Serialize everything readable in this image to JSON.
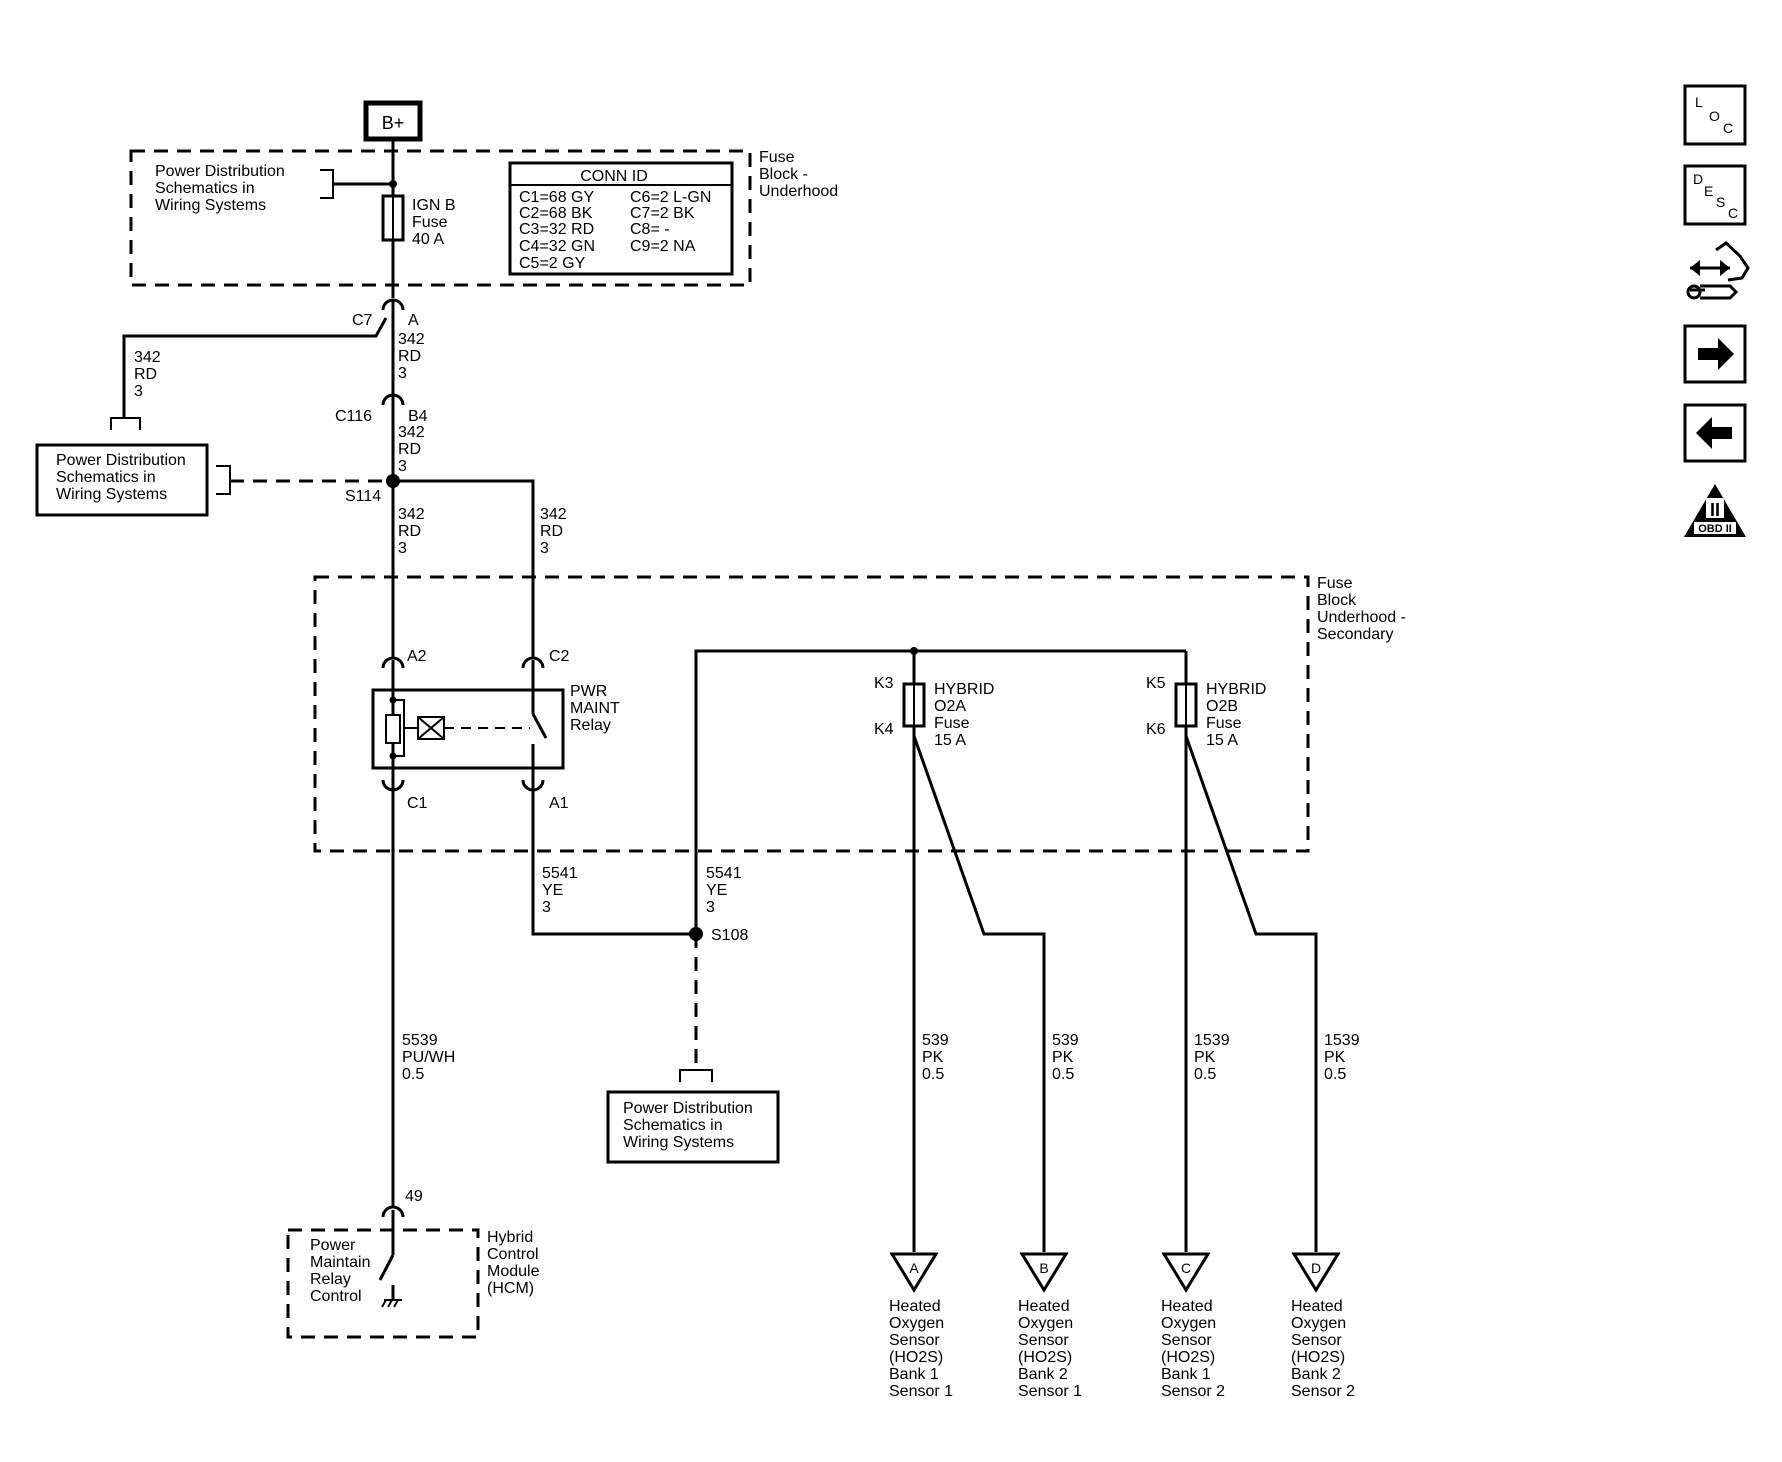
{
  "battery": "B+",
  "power_dist_ref": [
    "Power Distribution",
    "Schematics in",
    "Wiring Systems"
  ],
  "fuse_block_underhood": [
    "Fuse",
    "Block -",
    "Underhood"
  ],
  "fuse_block_secondary": [
    "Fuse",
    "Block",
    "Underhood -",
    "Secondary"
  ],
  "ign_fuse": [
    "IGN B",
    "Fuse",
    "40 A"
  ],
  "conn_id": {
    "title": "CONN ID",
    "left": [
      "C1=68 GY",
      "C2=68 BK",
      "C3=32 RD",
      "C4=32 GN",
      "C5=2 GY"
    ],
    "right": [
      "C6=2 L-GN",
      "C7=2 BK",
      "C8= -",
      "C9=2 NA"
    ]
  },
  "connectors": {
    "c7": "C7",
    "c7_pin": "A",
    "c116": "C116",
    "c116_pin": "B4",
    "s114": "S114",
    "s108": "S108",
    "a2": "A2",
    "c2": "C2",
    "c1": "C1",
    "a1": "A1",
    "k3": "K3",
    "k4": "K4",
    "k5": "K5",
    "k6": "K6",
    "hcm_pin": "49"
  },
  "wires": {
    "w342": [
      "342",
      "RD",
      "3"
    ],
    "w5541": [
      "5541",
      "YE",
      "3"
    ],
    "w5539": [
      "5539",
      "PU/WH",
      "0.5"
    ],
    "w539": [
      "539",
      "PK",
      "0.5"
    ],
    "w1539": [
      "1539",
      "PK",
      "0.5"
    ]
  },
  "relay": [
    "PWR",
    "MAINT",
    "Relay"
  ],
  "fuse_o2a": [
    "HYBRID",
    "O2A",
    "Fuse",
    "15 A"
  ],
  "fuse_o2b": [
    "HYBRID",
    "O2B",
    "Fuse",
    "15 A"
  ],
  "hcm_internal": [
    "Power",
    "Maintain",
    "Relay",
    "Control"
  ],
  "hcm": [
    "Hybrid",
    "Control",
    "Module",
    "(HCM)"
  ],
  "sensors": [
    {
      "letter": "A",
      "label": [
        "Heated",
        "Oxygen",
        "Sensor",
        "(HO2S)",
        "Bank 1",
        "Sensor 1"
      ]
    },
    {
      "letter": "B",
      "label": [
        "Heated",
        "Oxygen",
        "Sensor",
        "(HO2S)",
        "Bank 2",
        "Sensor 1"
      ]
    },
    {
      "letter": "C",
      "label": [
        "Heated",
        "Oxygen",
        "Sensor",
        "(HO2S)",
        "Bank 1",
        "Sensor 2"
      ]
    },
    {
      "letter": "D",
      "label": [
        "Heated",
        "Oxygen",
        "Sensor",
        "(HO2S)",
        "Bank 2",
        "Sensor 2"
      ]
    }
  ],
  "nav": {
    "loc": [
      "L",
      "O",
      "C"
    ],
    "desc": [
      "D",
      "E",
      "S",
      "C"
    ],
    "obd": [
      "II",
      "OBD II"
    ]
  }
}
